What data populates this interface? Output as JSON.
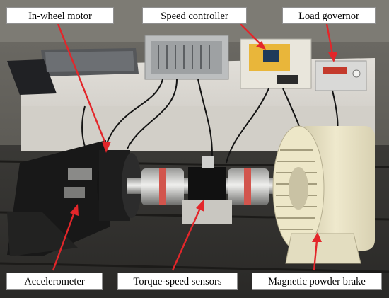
{
  "labels": {
    "in_wheel_motor": "In-wheel motor",
    "speed_controller": "Speed controller",
    "load_governor": "Load governor",
    "accelerometer": "Accelerometer",
    "torque_speed_sensors": "Torque-speed sensors",
    "magnetic_powder_brake": "Magnetic powder brake"
  },
  "colors": {
    "arrow": "#e3262a",
    "label_border": "#8f8f8f",
    "workbench": "#d8d5cf",
    "brake_body": "#e7e1c4"
  }
}
